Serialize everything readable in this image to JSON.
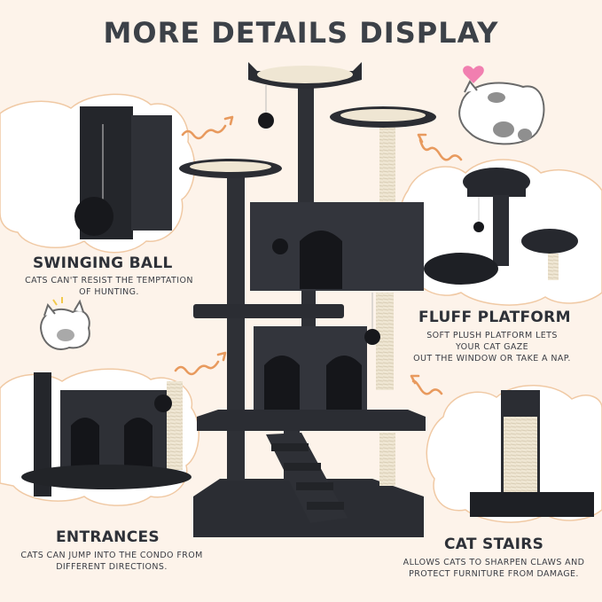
{
  "title": "MORE DETAILS DISPLAY",
  "features": {
    "swinging_ball": {
      "heading": "SWINGING BALL",
      "lines": [
        "CATS CAN'T RESIST THE TEMPTATION",
        "OF HUNTING."
      ]
    },
    "fluff_platform": {
      "heading": "FLUFF PLATFORM",
      "lines": [
        "SOFT PLUSH PLATFORM LETS",
        "YOUR CAT GAZE",
        "OUT THE WINDOW OR TAKE A NAP."
      ]
    },
    "entrances": {
      "heading": "ENTRANCES",
      "lines": [
        "CATS CAN JUMP INTO THE CONDO FROM",
        "DIFFERENT DIRECTIONS."
      ]
    },
    "cat_stairs": {
      "heading": "CAT STAIRS",
      "lines": [
        "ALLOWS CATS TO SHARPEN CLAWS AND",
        "PROTECT FURNITURE FROM DAMAGE."
      ]
    }
  },
  "colors": {
    "background": "#fdf3ea",
    "plush": "#2b2d33",
    "sisal": "#efe6d3",
    "arrow": "#e89a5e",
    "title": "#3c4148"
  },
  "icons": [
    "wavy-arrow-icon",
    "heart-icon",
    "sleeping-cat-icon",
    "happy-cat-icon"
  ]
}
